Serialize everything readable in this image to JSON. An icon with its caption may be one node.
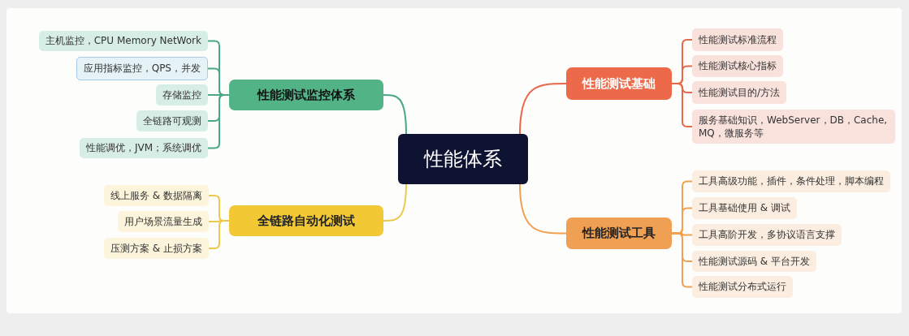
{
  "diagram": {
    "nodes": [
      {
        "text": [
          "性能体系"
        ]
      },
      {
        "text": [
          "性能测试监控体系"
        ]
      },
      {
        "text": [
          "主机监控，CPU Memory NetWork"
        ]
      },
      {
        "text": [
          "应用指标监控，QPS，并发"
        ]
      },
      {
        "text": [
          "存储监控"
        ]
      },
      {
        "text": [
          "全链路可观测"
        ]
      },
      {
        "text": [
          "性能调优，JVM；系统调优"
        ]
      },
      {
        "text": [
          "全链路自动化测试"
        ]
      },
      {
        "text": [
          "线上服务 & 数据隔离"
        ]
      },
      {
        "text": [
          "用户场景流量生成"
        ]
      },
      {
        "text": [
          "压测方案 & 止损方案"
        ]
      },
      {
        "text": [
          "性能测试基础"
        ]
      },
      {
        "text": [
          "性能测试标准流程"
        ]
      },
      {
        "text": [
          "性能测试核心指标"
        ]
      },
      {
        "text": [
          "性能测试目的/方法"
        ]
      },
      {
        "text": [
          "服务基础知识，WebServer，DB，Cache, MQ，微服务等"
        ]
      },
      {
        "text": [
          "性能测试工具"
        ]
      },
      {
        "text": [
          "工具高级功能，插件，条件处理，脚本编程"
        ]
      },
      {
        "text": [
          "工具基础使用 & 调试"
        ]
      },
      {
        "text": [
          "工具高阶开发，多协议语言支撑"
        ]
      },
      {
        "text": [
          "性能测试源码 & 平台开发"
        ]
      },
      {
        "text": [
          "性能测试分布式运行"
        ]
      }
    ],
    "edges": [
      {
        "from": 0,
        "to": 1,
        "arrow": "none",
        "color": "#4aa887"
      },
      {
        "from": 1,
        "to": 2,
        "arrow": "none",
        "color": "#4aa887"
      },
      {
        "from": 1,
        "to": 3,
        "arrow": "none",
        "color": "#4aa887"
      },
      {
        "from": 1,
        "to": 4,
        "arrow": "none",
        "color": "#4aa887"
      },
      {
        "from": 1,
        "to": 5,
        "arrow": "none",
        "color": "#4aa887"
      },
      {
        "from": 1,
        "to": 6,
        "arrow": "none",
        "color": "#4aa887"
      },
      {
        "from": 0,
        "to": 7,
        "arrow": "none",
        "color": "#ecc94b"
      },
      {
        "from": 7,
        "to": 8,
        "arrow": "none",
        "color": "#ecc94b"
      },
      {
        "from": 7,
        "to": 9,
        "arrow": "none",
        "color": "#ecc94b"
      },
      {
        "from": 7,
        "to": 10,
        "arrow": "none",
        "color": "#ecc94b"
      },
      {
        "from": 0,
        "to": 11,
        "arrow": "none",
        "color": "#e8664a"
      },
      {
        "from": 11,
        "to": 12,
        "arrow": "none",
        "color": "#e8664a"
      },
      {
        "from": 11,
        "to": 13,
        "arrow": "none",
        "color": "#e8664a"
      },
      {
        "from": 11,
        "to": 14,
        "arrow": "none",
        "color": "#e8664a"
      },
      {
        "from": 11,
        "to": 15,
        "arrow": "none",
        "color": "#e8664a"
      },
      {
        "from": 0,
        "to": 16,
        "arrow": "none",
        "color": "#f0a04f"
      },
      {
        "from": 16,
        "to": 17,
        "arrow": "none",
        "color": "#f0a04f"
      },
      {
        "from": 16,
        "to": 18,
        "arrow": "none",
        "color": "#f0a04f"
      },
      {
        "from": 16,
        "to": 19,
        "arrow": "none",
        "color": "#f0a04f"
      },
      {
        "from": 16,
        "to": 20,
        "arrow": "none",
        "color": "#f0a04f"
      },
      {
        "from": 16,
        "to": 21,
        "arrow": "none",
        "color": "#f0a04f"
      }
    ]
  }
}
